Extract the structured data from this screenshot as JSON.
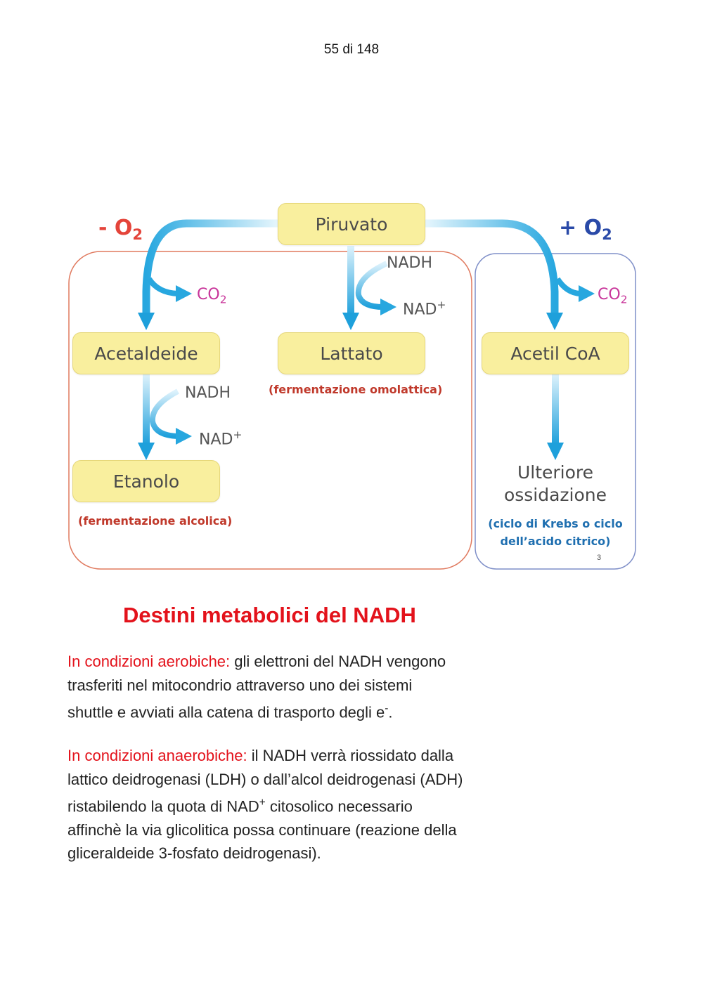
{
  "page": {
    "number_label": "55 di 148"
  },
  "diagram": {
    "minus_o2": {
      "sign": "- O",
      "sub": "2"
    },
    "plus_o2": {
      "sign": "+ O",
      "sub": "2"
    },
    "piruvato": "Piruvato",
    "acetaldeide": "Acetaldeide",
    "lattato": "Lattato",
    "acetil_coa": "Acetil CoA",
    "etanolo": "Etanolo",
    "co2_left": {
      "main": "CO",
      "sub": "2"
    },
    "co2_right": {
      "main": "CO",
      "sub": "2"
    },
    "nadh_top": "NADH",
    "nad_top": {
      "main": "NAD",
      "sup": "+"
    },
    "nadh_left": "NADH",
    "nad_left": {
      "main": "NAD",
      "sup": "+"
    },
    "fermentazione_omolattica": "(fermentazione omolattica)",
    "fermentazione_alcolica": "(fermentazione alcolica)",
    "ulteriore_line1": "Ulteriore",
    "ulteriore_line2": "ossidazione",
    "krebs_line1": "(ciclo di Krebs o ciclo",
    "krebs_line2": "dell’acido citrico)",
    "slide_number": "3",
    "colors": {
      "arrow": "#29a9e0",
      "left_frame": "#e07a5f",
      "right_frame": "#7f8fc8",
      "box": "#f9ef9e"
    }
  },
  "text": {
    "title": "Destini metabolici del NADH",
    "p1": {
      "lead": "In condizioni aerobiche:",
      "line1": " gli elettroni del NADH vengono",
      "line2": "trasferiti nel mitocondrio attraverso uno dei sistemi",
      "line3": "shuttle e avviati alla catena di trasporto degli e",
      "sup": "-",
      "end": "."
    },
    "p2": {
      "lead": "In condizioni anaerobiche:",
      "line1": " il NADH verrà riossidato dalla",
      "line2": "lattico deidrogenasi (LDH) o dall’alcol deidrogenasi (ADH)",
      "line3a": "ristabilendo la quota di NAD",
      "line3sup": "+",
      "line3b": " citosolico necessario",
      "line4": "affinchè la via glicolitica possa continuare (reazione della",
      "line5": "gliceraldeide 3-fosfato deidrogenasi)."
    }
  }
}
